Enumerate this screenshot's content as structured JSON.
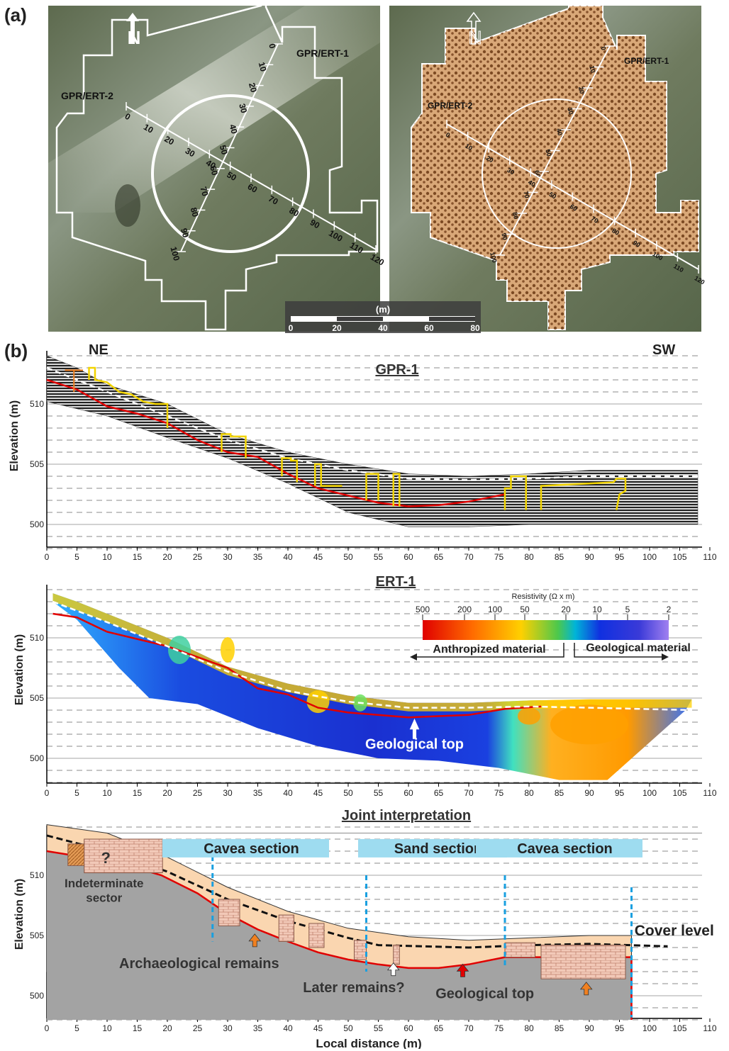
{
  "figure": {
    "panel_a_letter": "(a)",
    "panel_b_letter": "(b)"
  },
  "panel_a": {
    "left": {
      "label_gpr1": "GPR/ERT-1",
      "label_gpr2": "GPR/ERT-2",
      "line1_ticks": [
        "0",
        "10",
        "20",
        "30",
        "40",
        "50",
        "60",
        "70",
        "80",
        "90",
        "100"
      ],
      "line2_ticks": [
        "0",
        "10",
        "20",
        "30",
        "40",
        "50",
        "60",
        "70",
        "80",
        "90",
        "100",
        "110",
        "120"
      ]
    },
    "right": {
      "label_gpr1": "GPR/ERT-1",
      "label_gpr2": "GPR/ERT-2",
      "line1_ticks": [
        "0",
        "10",
        "20",
        "30",
        "40",
        "50",
        "60",
        "70",
        "80",
        "90",
        "100"
      ],
      "line2_ticks": [
        "0",
        "10",
        "20",
        "30",
        "40",
        "50",
        "60",
        "70",
        "80",
        "90",
        "100",
        "110",
        "120"
      ]
    },
    "scale": {
      "unit": "(m)",
      "ticks": [
        "0",
        "20",
        "40",
        "60",
        "80"
      ]
    }
  },
  "panel_b": {
    "direction_left": "NE",
    "direction_right": "SW",
    "x_ticks": [
      "0",
      "5",
      "10",
      "15",
      "20",
      "25",
      "30",
      "35",
      "40",
      "45",
      "50",
      "55",
      "60",
      "65",
      "70",
      "75",
      "80",
      "85",
      "90",
      "95",
      "100",
      "105",
      "110"
    ],
    "y_ticks": [
      "500",
      "505",
      "510"
    ],
    "ylabel": "Elevation (m)",
    "xlabel": "Local distance (m)",
    "gpr": {
      "title": "GPR-1"
    },
    "ert": {
      "title": "ERT-1",
      "colorbar_title": "Resistivity (Ω x m)",
      "colorbar_ticks": [
        "500",
        "200",
        "100",
        "50",
        "20",
        "10",
        "5",
        "2"
      ],
      "anthropized": "Anthropized material",
      "geological": "Geological material",
      "geological_top": "Geological top"
    },
    "joint": {
      "title": "Joint interpretation",
      "cavea1": "Cavea section",
      "sand": "Sand section",
      "cavea2": "Cavea section",
      "indeterminate_line1": "Indeterminate",
      "indeterminate_line2": "sector",
      "question": "?",
      "cover_level": "Cover level",
      "arch_remains": "Archaeological remains",
      "later_remains": "Later remains?",
      "geological_top": "Geological top"
    }
  },
  "chart_data": [
    {
      "type": "line",
      "title": "GPR-1",
      "xlabel": "",
      "ylabel": "Elevation (m)",
      "xlim": [
        0,
        110
      ],
      "ylim": [
        498,
        514
      ],
      "series": [
        {
          "x": [
            0,
            5,
            10,
            15,
            20,
            25,
            30,
            35,
            40,
            45,
            50,
            55,
            60,
            65,
            70,
            75,
            76
          ],
          "y": [
            512,
            511.2,
            509.8,
            509.2,
            508.4,
            507,
            506,
            505.6,
            504.2,
            503,
            502.4,
            501.8,
            501.5,
            501.6,
            501.9,
            502.4,
            502.5
          ]
        }
      ]
    },
    {
      "type": "heatmap",
      "title": "ERT-1",
      "xlabel": "",
      "ylabel": "Elevation (m)",
      "xlim": [
        0,
        110
      ],
      "ylim": [
        498,
        514
      ],
      "colorbar": {
        "title": "Resistivity (Ω x m)",
        "ticks": [
          500,
          200,
          100,
          50,
          20,
          10,
          5,
          2
        ]
      }
    },
    {
      "type": "area",
      "title": "Joint interpretation",
      "xlabel": "Local distance (m)",
      "ylabel": "Elevation (m)",
      "xlim": [
        0,
        110
      ],
      "ylim": [
        498,
        514
      ]
    }
  ]
}
